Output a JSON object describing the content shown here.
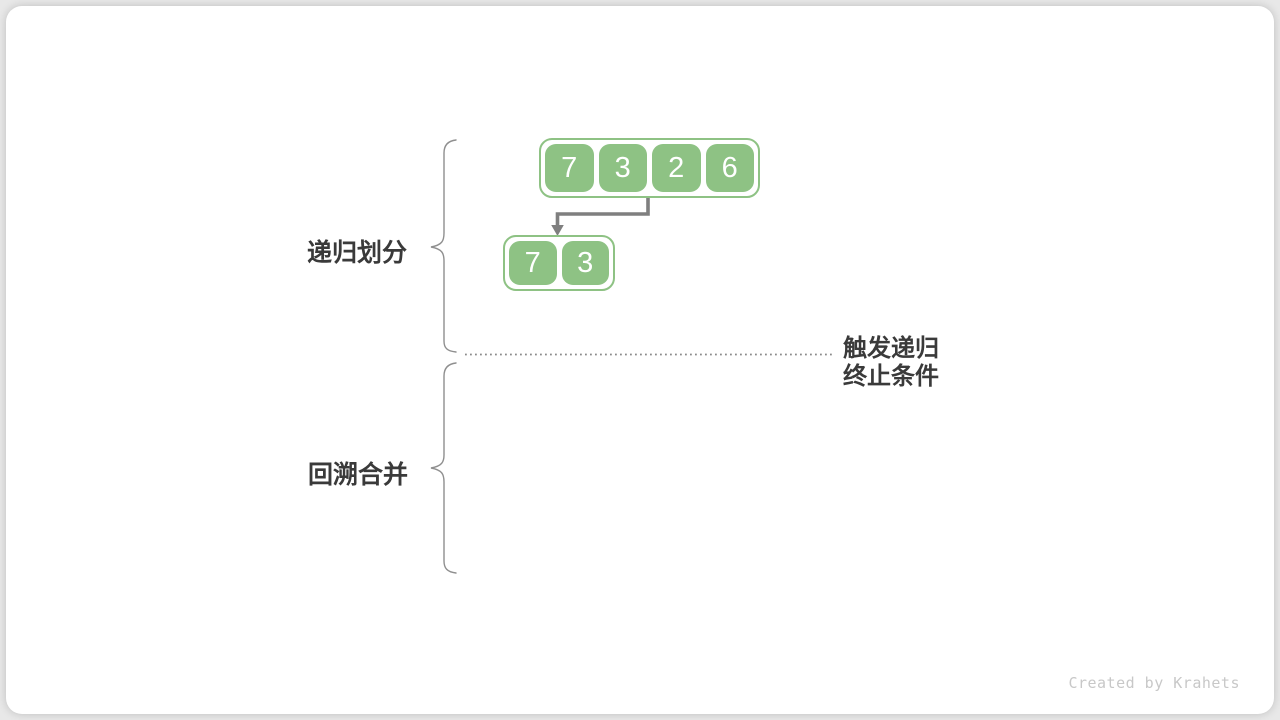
{
  "page": {
    "watermark": "Created by Krahets"
  },
  "diagram": {
    "phase_labels": [
      {
        "id": "recursive-division",
        "label": "递归划分"
      },
      {
        "id": "backtrack-merge",
        "label": "回溯合并"
      }
    ],
    "annotation": {
      "line1": "触发递归",
      "line2": "终止条件"
    },
    "arrays": [
      {
        "name": "level-1",
        "values": [
          "7",
          "3",
          "2",
          "6"
        ]
      },
      {
        "name": "level-2",
        "values": [
          "7",
          "3"
        ]
      }
    ],
    "colors": {
      "node_green": "#8ec284",
      "arrow_gray": "#7f7f7f",
      "brace_gray": "#8f8f8f",
      "dotted_gray": "#8a8a8a",
      "label_text": "#3a3a3a",
      "watermark_gray": "#c8c8c8",
      "card_bg": "#ffffff",
      "page_bg": "#e8e8e8"
    }
  }
}
